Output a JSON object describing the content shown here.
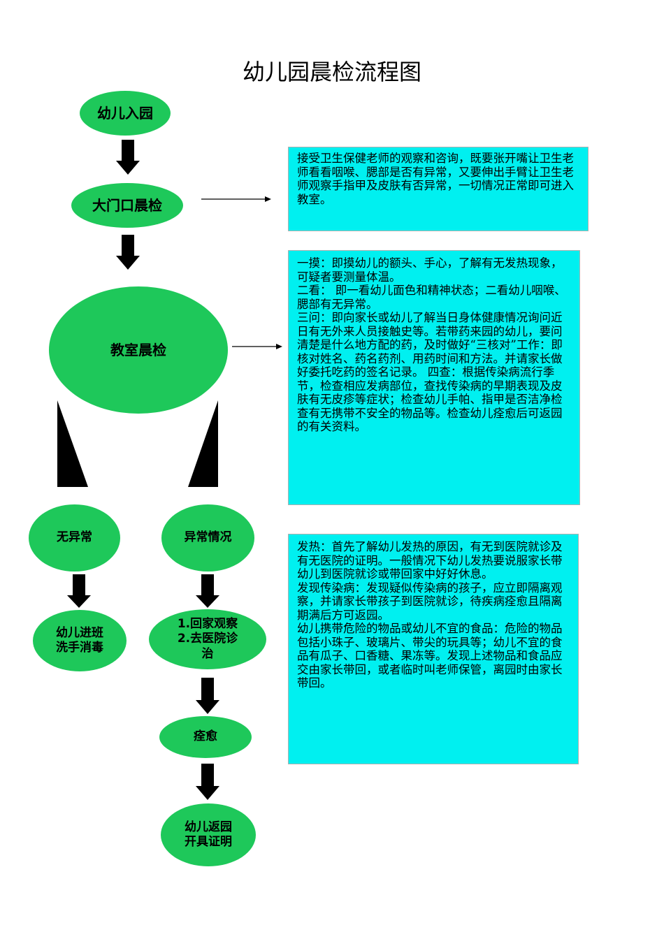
{
  "title": "幼儿园晨检流程图",
  "colors": {
    "node_fill": "#1ec85a",
    "box_fill": "#00f0f0",
    "box_border": "#b0b0b0",
    "arrow": "#000000"
  },
  "nodes": {
    "enter": "幼儿入园",
    "gate_check": "大门口晨检",
    "class_check": "教室晨检",
    "normal": "无异常",
    "abnormal": "异常情况",
    "enter_class": "幼儿进班\n洗手消毒",
    "treatment": "1.回家观察\n 2.去医院诊\n治",
    "recovered": "痊愈",
    "return": "幼儿返园\n开具证明"
  },
  "notes": {
    "gate": "接受卫生保健老师的观察和咨询，既要张开嘴让卫生老师看看咽喉、腮部是否有异常，又要伸出手臂让卫生老师观察手指甲及皮肤有否异常，一切情况正常即可进入教室。",
    "classroom": "一摸：即摸幼儿的额头、手心，了解有无发热现象，可疑者要测量体温。\n二看： 即一看幼儿面色和精神状态；二看幼儿咽喉、腮部有无异常。\n三问：即向家长或幼儿了解当日身体健康情况询问近日有无外来人员接触史等。若带药来园的幼儿，要问清楚是什么地方配的药，及时做好“三核对”工作：即核对姓名、药名药剂、用药时间和方法。并请家长做好委托吃药的签名记录。 四查：根据传染病流行季节，检查相应发病部位，查找传染病的早期表现及皮肤有无皮疹等症状；检查幼儿手帕、指甲是否洁净检查有无携带不安全的物品等。检查幼儿痊愈后可返园的有关资料。",
    "abnormal": "发热：首先了解幼儿发热的原因，有无到医院就诊及有无医院的证明。一般情况下幼儿发热要说服家长带幼儿到医院就诊或带回家中好好休息。\n发现传染病：发现疑似传染病的孩子，应立即隔离观察，并请家长带孩子到医院就诊，待疾病痊愈且隔离期满后方可返园。\n幼儿携带危险的物品或幼儿不宜的食品：危险的物品包括小珠子、玻璃片、带尖的玩具等；幼儿不宜的食品有瓜子、口香糖、果冻等。发现上述物品和食品应交由家长带回，或者临时叫老师保管，离园时由家长带回。"
  }
}
